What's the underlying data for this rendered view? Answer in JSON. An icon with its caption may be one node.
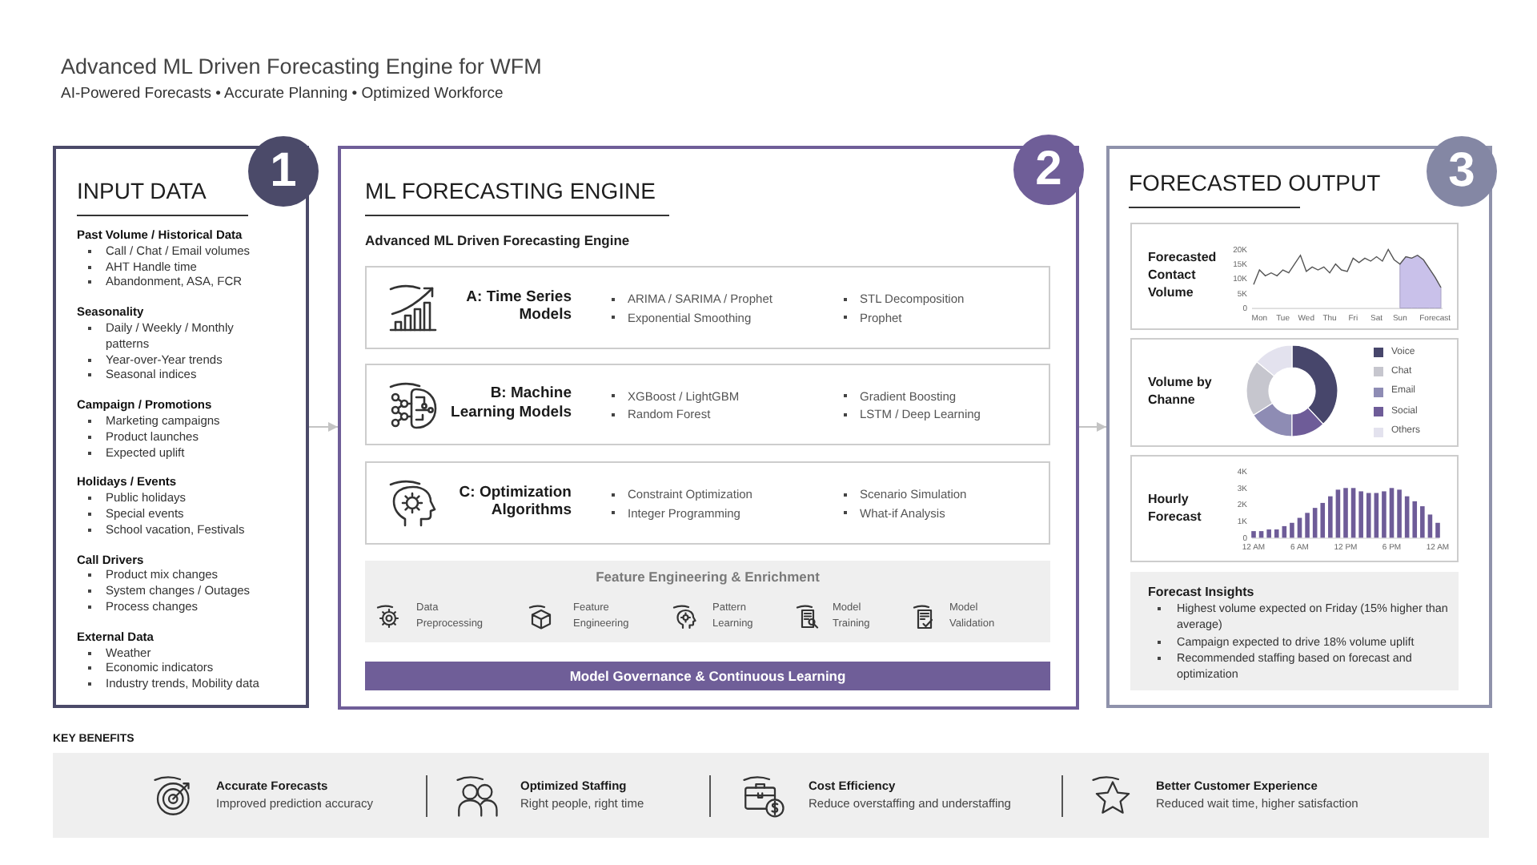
{
  "diagram": {
    "title": "Advanced ML Driven Forecasting Engine for WFM",
    "nodes": [
      {
        "text": [
          "INPUT DATA",
          "Past Volume / Historical Data",
          "Call / Chat / Email volumes",
          "AHT Handle time",
          "Abandonment, ASA, FCR",
          "Seasonality",
          "Daily / Weekly / Monthly patterns",
          "Year-over-Year trends",
          "Seasonal indices",
          "Campaign / Promotions",
          "Marketing campaigns",
          "Product launches",
          "Expected uplift",
          "Holidays / Events",
          "Public holidays",
          "Special events",
          "School vacation, Festivals",
          "Call Drivers",
          "Product mix changes",
          "System changes / Outages",
          "Process changes",
          "External Data",
          "Weather",
          "Economic indicators",
          "Industry trends, Mobility data"
        ]
      },
      {
        "text": [
          "1"
        ]
      },
      {
        "text": [
          "ML FORECASTING ENGINE",
          "Advanced ML Driven Forecasting Engine"
        ]
      },
      {
        "text": [
          "2"
        ]
      },
      {
        "text": [
          "A: Time Series Models",
          "ARIMA / SARIMA / Prophet",
          "Exponential Smoothing",
          "STL Decomposition",
          "Prophet"
        ],
        "in": 2
      },
      {
        "text": [
          "B: Machine Learning Models",
          "XGBoost / LightGBM",
          "Random Forest",
          "Gradient Boosting",
          "LSTM / Deep Learning"
        ],
        "in": 2
      },
      {
        "text": [
          "C: Optimization Algorithms",
          "Constraint Optimization",
          "Integer Programming",
          "Scenario Simulation",
          "What-if Analysis"
        ],
        "in": 2
      },
      {
        "text": [
          "Feature Engineering & Enrichment",
          "Data Preprocessing",
          "Feature Engineering",
          "Pattern Learning",
          "Model Training",
          "Model Validation"
        ],
        "in": 2
      },
      {
        "text": [
          "Model Governance & Continuous Learning"
        ],
        "in": 2
      },
      {
        "text": [
          "FORECASTED OUTPUT"
        ]
      },
      {
        "text": [
          "3"
        ]
      },
      {
        "text": [
          "Forecasted Contact Volume"
        ],
        "in": 9
      },
      {
        "text": [
          "Volume by Channe"
        ],
        "in": 9
      },
      {
        "text": [
          "Hourly Forecast"
        ],
        "in": 9
      },
      {
        "text": [
          "Forecast Insights",
          "Highest volume expected on Friday (15% higher than average)",
          "Campaign expected to drive 18% volume uplift",
          "Recommended staffing based on forecast and optimization"
        ],
        "in": 9
      },
      {
        "text": [
          "KEY BENEFITS",
          "Accurate Forecasts",
          "Improved prediction accuracy",
          "Optimized Staffing",
          "Right people, right time",
          "Cost Efficiency",
          "Reduce overstaffing and understaffing",
          "Better Customer Experience",
          "Reduced wait time, higher satisfaction"
        ]
      }
    ],
    "edges": [
      {
        "from": 0,
        "to": 2,
        "arrow": "to"
      },
      {
        "from": 2,
        "to": 9,
        "arrow": "to"
      }
    ],
    "labels": [
      "AI-Powered Forecasts • Accurate Planning • Optimized Workforce"
    ],
    "legend": [
      {
        "text": "Voice",
        "color": "#47466b"
      },
      {
        "text": "Chat",
        "color": "#c6c6ce"
      },
      {
        "text": "Email",
        "color": "#8e8cb4"
      },
      {
        "text": "Social",
        "color": "#6e5c98"
      },
      {
        "text": "Others",
        "color": "#e3e2ee"
      }
    ],
    "chart_data": [
      {
        "type": "line",
        "categories": [
          null,
          "Mon",
          null,
          null,
          null,
          "Tue",
          null,
          null,
          null,
          "Wed",
          null,
          null,
          null,
          "Thu",
          null,
          null,
          null,
          "Fri",
          null,
          null,
          null,
          "Sat",
          null,
          null,
          null,
          "Sun",
          null,
          null,
          null,
          null,
          null,
          "Forecast",
          null
        ],
        "ylim": [
          0,
          20000
        ],
        "yticks": [
          {
            "value": 0,
            "label": "0"
          },
          {
            "value": 5000,
            "label": "5K"
          },
          {
            "value": 10000,
            "label": "10K"
          },
          {
            "value": 15000,
            "label": "15K"
          },
          {
            "value": 20000,
            "label": "20K"
          }
        ],
        "series": [
          {
            "color": "#555555",
            "values": [
              8000,
              13000,
              11000,
              12000,
              11000,
              13000,
              12000,
              15000,
              18000,
              12500,
              14000,
              13000,
              14000,
              12000,
              15000,
              13000,
              12500,
              17000,
              15500,
              17000,
              16000,
              17500,
              16000,
              20000,
              16500,
              15000,
              17500,
              17000,
              18000,
              16500,
              13500,
              10500,
              7000
            ]
          },
          {
            "type": "area",
            "color": "#c9c1ea",
            "values": [
              null,
              null,
              null,
              null,
              null,
              null,
              null,
              null,
              null,
              null,
              null,
              null,
              null,
              null,
              null,
              null,
              null,
              null,
              null,
              null,
              null,
              null,
              null,
              null,
              null,
              15000,
              17500,
              17000,
              18000,
              16500,
              13500,
              10500,
              7000
            ]
          }
        ]
      },
      {
        "type": "donut",
        "values": [
          38,
          20,
          16,
          12,
          14
        ]
      },
      {
        "type": "bar",
        "categories": [
          "12 AM",
          null,
          null,
          null,
          null,
          null,
          "6 AM",
          null,
          null,
          null,
          null,
          null,
          "12 PM",
          null,
          null,
          null,
          null,
          null,
          "6 PM",
          null,
          null,
          null,
          null,
          null,
          "12 AM"
        ],
        "ylim": [
          0,
          4000
        ],
        "yticks": [
          {
            "value": 0,
            "label": "0"
          },
          {
            "value": 1000,
            "label": "1K"
          },
          {
            "value": 2000,
            "label": "2K"
          },
          {
            "value": 3000,
            "label": "3K"
          },
          {
            "value": 4000,
            "label": "4K"
          }
        ],
        "series": [
          {
            "color": "#6e5c98",
            "values": [
              400,
              400,
              500,
              500,
              700,
              900,
              1200,
              1500,
              1800,
              2100,
              2500,
              2900,
              3000,
              3000,
              2800,
              2700,
              2700,
              2800,
              3000,
              2900,
              2500,
              2200,
              1900,
              1400,
              900
            ]
          }
        ]
      }
    ]
  }
}
